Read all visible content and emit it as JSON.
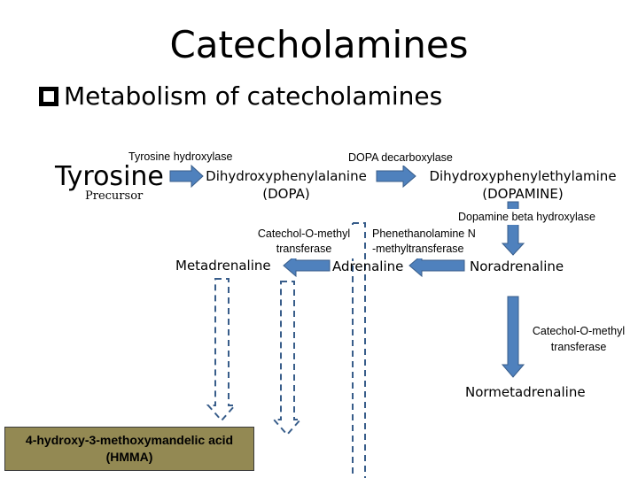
{
  "title": "Catecholamines",
  "bullet": "Metabolism of catecholamines",
  "nodes": {
    "tyrosine": "Tyrosine",
    "precursor": "Precursor",
    "dopa_line1": "Dihydroxyphenylalanine",
    "dopa_line2": "(DOPA)",
    "dopamine_line1": "Dihydroxyphenylethylamine",
    "dopamine_line2": "(DOPAMINE)",
    "metadrenaline": "Metadrenaline",
    "adrenaline": "Adrenaline",
    "noradrenaline": "Noradrenaline",
    "normetadrenaline": "Normetadrenaline",
    "hmma_line1": "4-hydroxy-3-methoxymandelic acid",
    "hmma_line2": "(HMMA)"
  },
  "enzymes": {
    "tyrosine_hydroxylase": "Tyrosine hydroxylase",
    "dopa_decarboxylase": "DOPA decarboxylase",
    "dopamine_beta_hydroxylase": "Dopamine beta hydroxylase",
    "comt_left_line1": "Catechol-O-methyl",
    "comt_left_line2": "transferase",
    "pnmt_line1": "Phenethanolamine N",
    "pnmt_line2": "-methyltransferase",
    "comt_right_line1": "Catechol-O-methyl",
    "comt_right_line2": "transferase"
  },
  "colors": {
    "arrow_blue": "#4f81bd",
    "arrow_outline": "#385d8a",
    "hmma_fill": "#938953",
    "enzyme_box_fill": "#ffffff"
  }
}
